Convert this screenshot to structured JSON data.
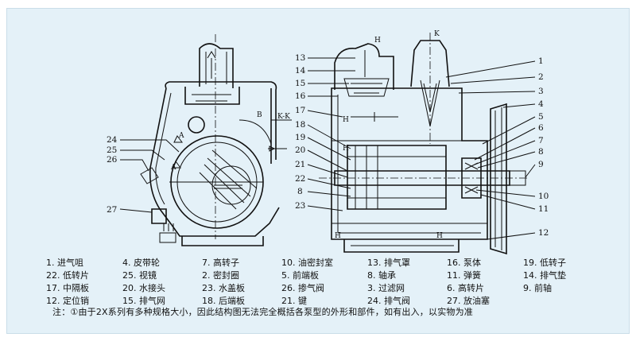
{
  "callouts": {
    "left": [
      "24",
      "25",
      "26",
      "27"
    ],
    "right": [
      "1",
      "2",
      "3",
      "4",
      "5",
      "6",
      "7",
      "8",
      "9",
      "10",
      "11",
      "12"
    ],
    "middle": [
      "13",
      "14",
      "15",
      "16",
      "17",
      "18",
      "19",
      "20",
      "21",
      "22",
      "8",
      "23"
    ]
  },
  "section_marks": {
    "left_view": [
      "A",
      "A",
      "B",
      "K-K"
    ],
    "right_view": [
      "H",
      "K",
      "H",
      "H",
      "H",
      "H"
    ]
  },
  "legend": [
    [
      "1. 进气咀",
      "4. 皮带轮",
      "7. 高转子",
      "10. 油密封室",
      "13. 排气罩",
      "16. 泵体",
      "19. 低转子",
      "22. 低转片",
      "25. 视镜"
    ],
    [
      "2. 密封圈",
      "5. 前端板",
      "8. 轴承",
      "11. 弹簧",
      "14. 排气垫",
      "17. 中隔板",
      "20. 水接头",
      "23. 水盖板",
      "26. 掺气阀"
    ],
    [
      "3. 过滤网",
      "6. 高转片",
      "9. 前轴",
      "12. 定位销",
      "15. 排气网",
      "18. 后端板",
      "21. 键",
      "24. 排气阀",
      "27. 放油塞"
    ]
  ],
  "note": "注：①由于2X系列有多种规格大小，因此结构图无法完全概括各泵型的外形和部件，如有出入，以实物为准"
}
